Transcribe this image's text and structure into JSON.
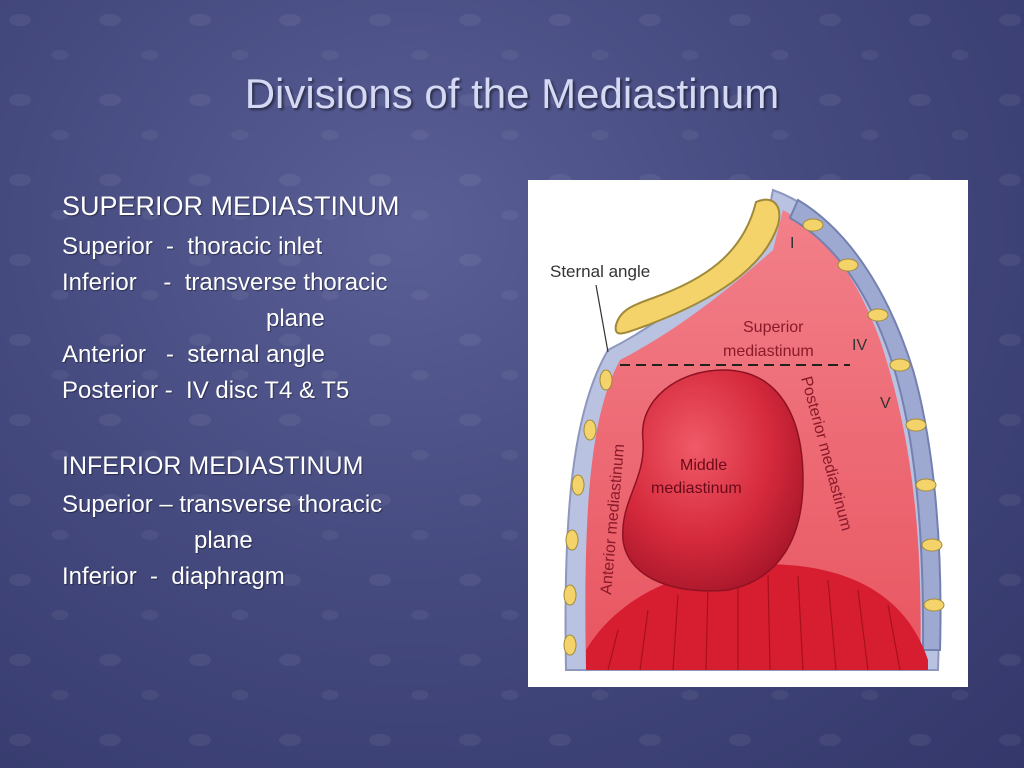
{
  "slide": {
    "title": "Divisions of the Mediastinum"
  },
  "superior": {
    "heading": "SUPERIOR MEDIASTINUM",
    "superior": "Superior  -  thoracic inlet",
    "inferior_1": "Inferior    -  transverse thoracic",
    "inferior_2": "plane",
    "anterior": "Anterior   -  sternal angle",
    "posterior": "Posterior -  IV disc T4 & T5"
  },
  "inferior": {
    "heading": "INFERIOR MEDIASTINUM",
    "superior_1": "Superior – transverse thoracic",
    "superior_2": "plane",
    "inferior": "Inferior  -  diaphragm"
  },
  "figure": {
    "sternal_angle": "Sternal angle",
    "superior_1": "Superior",
    "superior_2": "mediastinum",
    "middle_1": "Middle",
    "middle_2": "mediastinum",
    "anterior": "Anterior mediastinum",
    "posterior": "Posterior mediastinum",
    "roman_1": "I",
    "roman_4": "IV",
    "roman_5": "V"
  },
  "colors": {
    "background": "#454a7f",
    "title": "#d6d9f4",
    "text": "#ffffff",
    "figure_red": "#e8424f",
    "sternum_yellow": "#f3d36a",
    "spine_blue": "#aab4d6"
  }
}
